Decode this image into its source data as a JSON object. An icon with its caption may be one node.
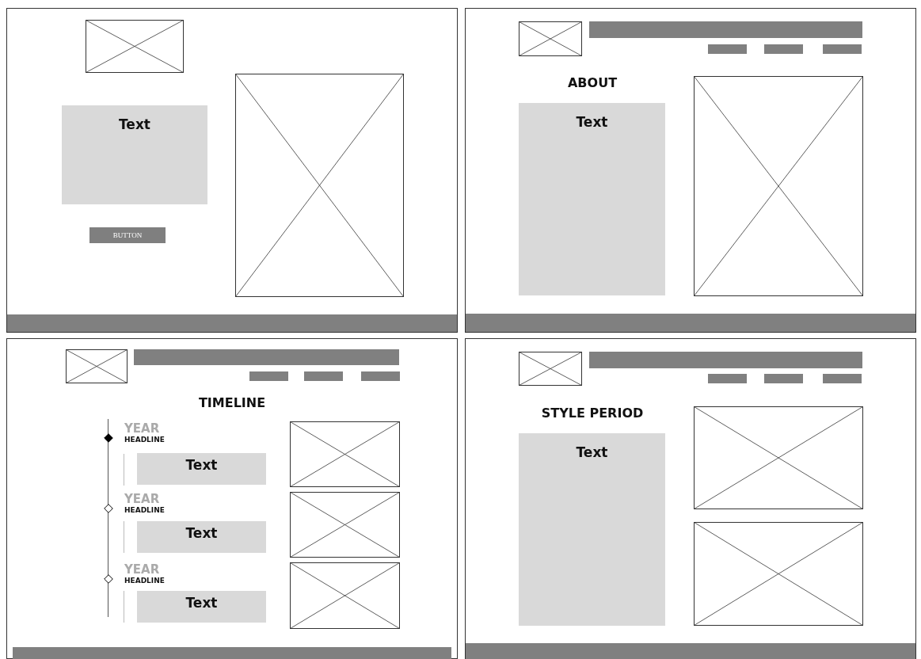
{
  "diagram": {
    "nodes": [
      {
        "text": [
          "Text"
        ]
      },
      {
        "text": [
          "BUTTON"
        ]
      },
      {
        "text": [
          "Text"
        ]
      },
      {
        "text": [
          "Text"
        ]
      },
      {
        "text": [
          "Text"
        ]
      },
      {
        "text": [
          "Text"
        ]
      },
      {
        "text": [
          "Text"
        ]
      }
    ],
    "edges": [],
    "labels": [
      "ABOUT",
      "TIMELINE",
      "YEAR",
      "HEADLINE",
      "YEAR",
      "HEADLINE",
      "YEAR",
      "HEADLINE",
      "STYLE PERIOD"
    ]
  }
}
